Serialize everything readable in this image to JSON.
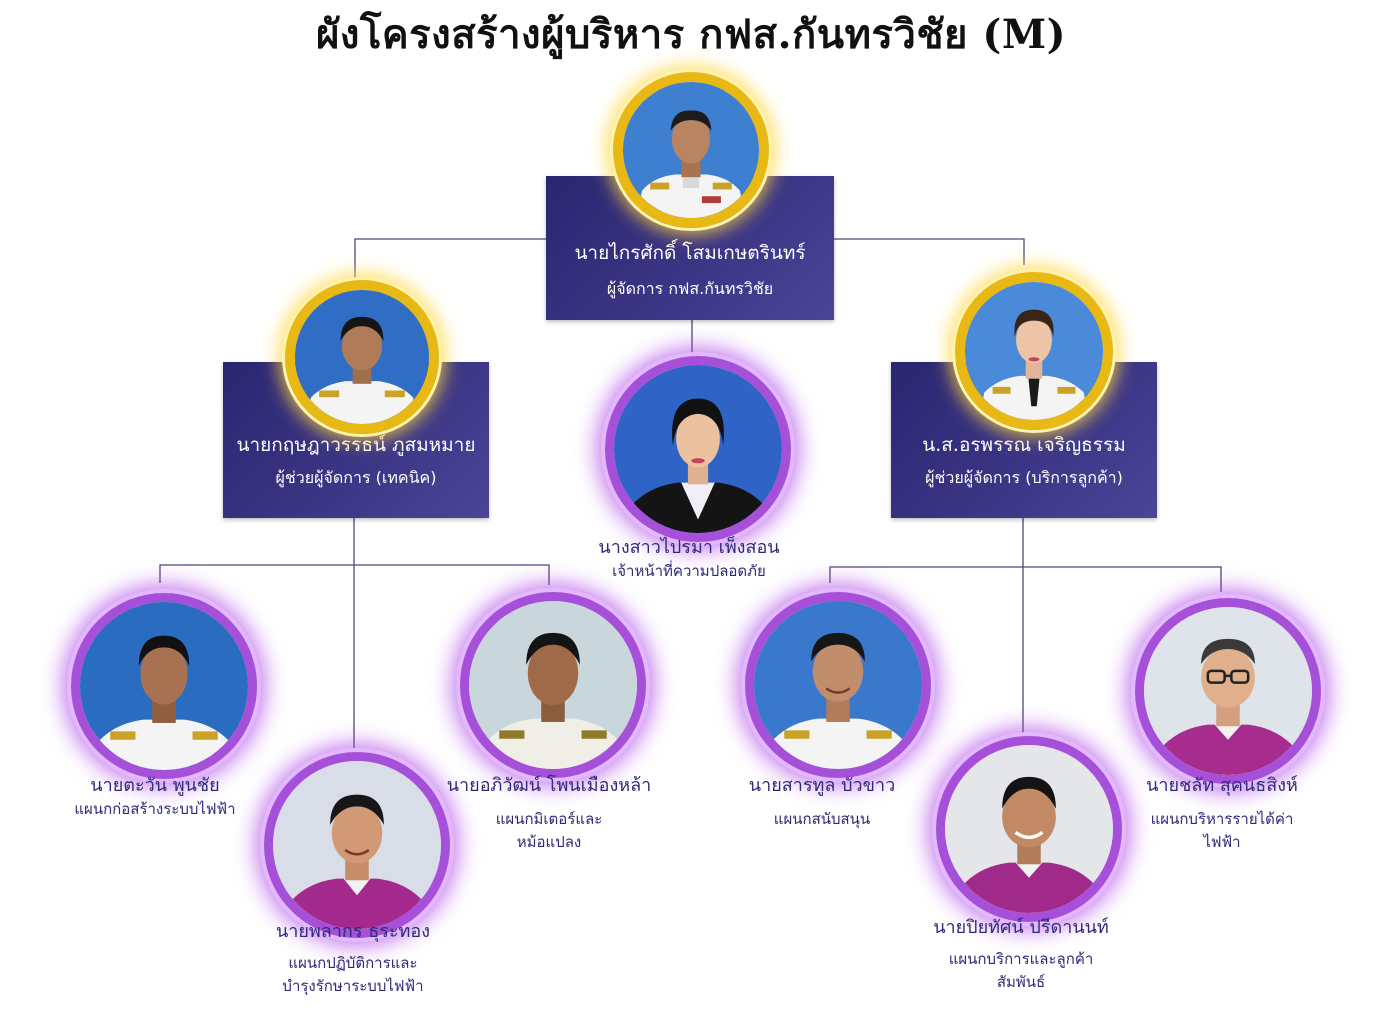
{
  "title": "ผังโครงสร้างผู้บริหาร กฟส.กันทรวิชัย (M)",
  "colors": {
    "box": "#2f2a76",
    "label_text": "#2e2a78",
    "gold_ring": "#e8b914",
    "purple_ring": "#a64fd8",
    "connector": "#4a4a7a"
  },
  "people": {
    "manager": {
      "name": "นายไกรศักดิ์ โสมเกษตรินทร์",
      "role": "ผู้จัดการ กฟส.กันทรวิชัย",
      "photo": "portrait-uniform-white"
    },
    "assistant_technical": {
      "name": "นายกฤษฎาวรรธน์ ภูสมหมาย",
      "role": "ผู้ช่วยผู้จัดการ (เทคนิค)",
      "photo": "portrait-uniform-white"
    },
    "assistant_customer": {
      "name": "น.ส.อรพรรณ เจริญธรรม",
      "role": "ผู้ช่วยผู้จัดการ (บริการลูกค้า)",
      "photo": "portrait-uniform-white-female"
    },
    "safety": {
      "name": "นางสาวไปรมา เพ็งสอน",
      "role": "เจ้าหน้าที่ความปลอดภัย",
      "photo": "portrait-black-suit-female"
    },
    "construction": {
      "name": "นายตะวัน พูนชัย",
      "role": "แผนกก่อสร้างระบบไฟฟ้า",
      "photo": "portrait-uniform-white"
    },
    "operations": {
      "name": "นายพลากร ธุระทอง",
      "role_line1": "แผนกปฏิบัติการและ",
      "role_line2": "บำรุงรักษาระบบไฟฟ้า",
      "photo": "portrait-purple-shirt"
    },
    "meter": {
      "name": "นายอภิวัฒน์ โพนเมืองหล้า",
      "role_line1": "แผนกมิเตอร์และ",
      "role_line2": "หม้อแปลง",
      "photo": "portrait-uniform-white"
    },
    "support": {
      "name": "นายสารทูล บัวขาว",
      "role": "แผนกสนับสนุน",
      "photo": "portrait-uniform-white"
    },
    "customer_service": {
      "name": "นายปิยทัศน์ ปรีดานนท์",
      "role_line1": "แผนกบริการและลูกค้า",
      "role_line2": "สัมพันธ์",
      "photo": "portrait-purple-shirt"
    },
    "revenue": {
      "name": "นายชลัท สุคนธสิงห์",
      "role_line1": "แผนกบริหารรายได้ค่า",
      "role_line2": "ไฟฟ้า",
      "photo": "portrait-purple-shirt-glasses"
    }
  }
}
